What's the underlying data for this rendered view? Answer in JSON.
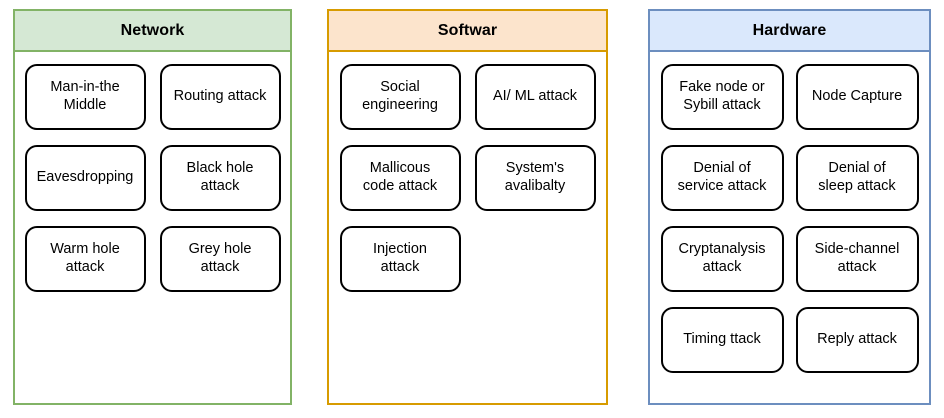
{
  "diagram": {
    "title_visible": false,
    "columns": [
      {
        "id": "network",
        "header": "Network",
        "header_fill": "#d5e8d4",
        "header_border": "#82b366",
        "nodes": [
          {
            "label": "Man-in-the\nMiddle"
          },
          {
            "label": "Routing attack"
          },
          {
            "label": "Eavesdropping"
          },
          {
            "label": "Black hole\nattack"
          },
          {
            "label": "Warm hole\nattack"
          },
          {
            "label": "Grey hole\nattack"
          }
        ]
      },
      {
        "id": "software",
        "header": "Softwar",
        "header_fill": "#fce4cc",
        "header_border": "#d79b00",
        "nodes": [
          {
            "label": "Social\nengineering"
          },
          {
            "label": "AI/ ML attack"
          },
          {
            "label": "Mallicous\ncode attack"
          },
          {
            "label": "System's\navalibalty"
          },
          {
            "label": "Injection\nattack"
          },
          {
            "label": ""
          }
        ]
      },
      {
        "id": "hardware",
        "header": "Hardware",
        "header_fill": "#dae8fc",
        "header_border": "#6c8ebf",
        "nodes": [
          {
            "label": "Fake node or\nSybill attack"
          },
          {
            "label": "Node Capture"
          },
          {
            "label": "Denial of\nservice attack"
          },
          {
            "label": "Denial of\nsleep attack"
          },
          {
            "label": "Cryptanalysis\nattack"
          },
          {
            "label": "Side-channel\nattack"
          },
          {
            "label": "Timing ttack"
          },
          {
            "label": "Reply attack"
          }
        ]
      }
    ]
  }
}
